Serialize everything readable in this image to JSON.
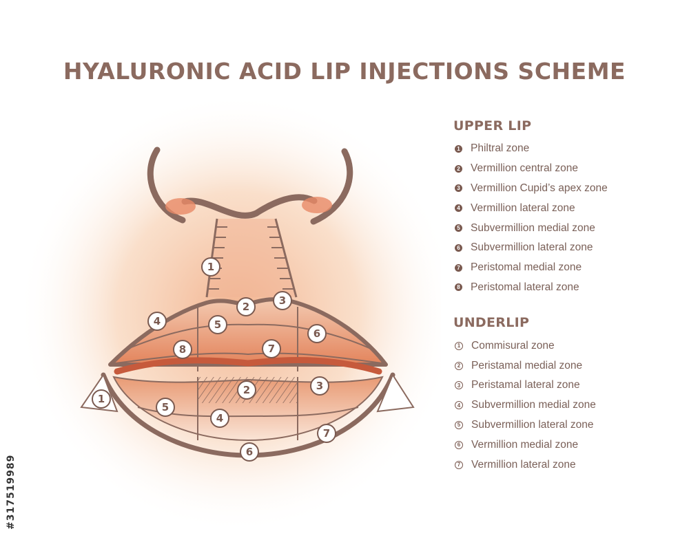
{
  "title": "HYALURONIC ACID LIP INJECTIONS SCHEME",
  "upper": {
    "heading": "UPPER LIP",
    "items": [
      {
        "n": "1",
        "label": "Philtral zone"
      },
      {
        "n": "2",
        "label": "Vermillion central zone"
      },
      {
        "n": "3",
        "label": "Vermillion Cupid’s apex zone"
      },
      {
        "n": "4",
        "label": "Vermillion lateral zone"
      },
      {
        "n": "5",
        "label": "Subvermillion medial zone"
      },
      {
        "n": "6",
        "label": "Subvermillion lateral zone"
      },
      {
        "n": "7",
        "label": "Peristomal medial zone"
      },
      {
        "n": "8",
        "label": "Peristomal lateral zone"
      }
    ]
  },
  "under": {
    "heading": "UNDERLIP",
    "items": [
      {
        "n": "1",
        "label": "Commisural zone"
      },
      {
        "n": "2",
        "label": "Peristamal medial zone"
      },
      {
        "n": "3",
        "label": "Peristamal lateral zone"
      },
      {
        "n": "4",
        "label": "Subvermillion medial zone"
      },
      {
        "n": "5",
        "label": "Subvermillion lateral zone"
      },
      {
        "n": "6",
        "label": "Vermillion medial zone"
      },
      {
        "n": "7",
        "label": "Vermillion lateral zone"
      }
    ]
  },
  "stock_id": "#317519989",
  "colors": {
    "line": "#8b6a5f",
    "glow": "#f2b48c",
    "lip": "#d9704a",
    "text": "#7a6058"
  }
}
